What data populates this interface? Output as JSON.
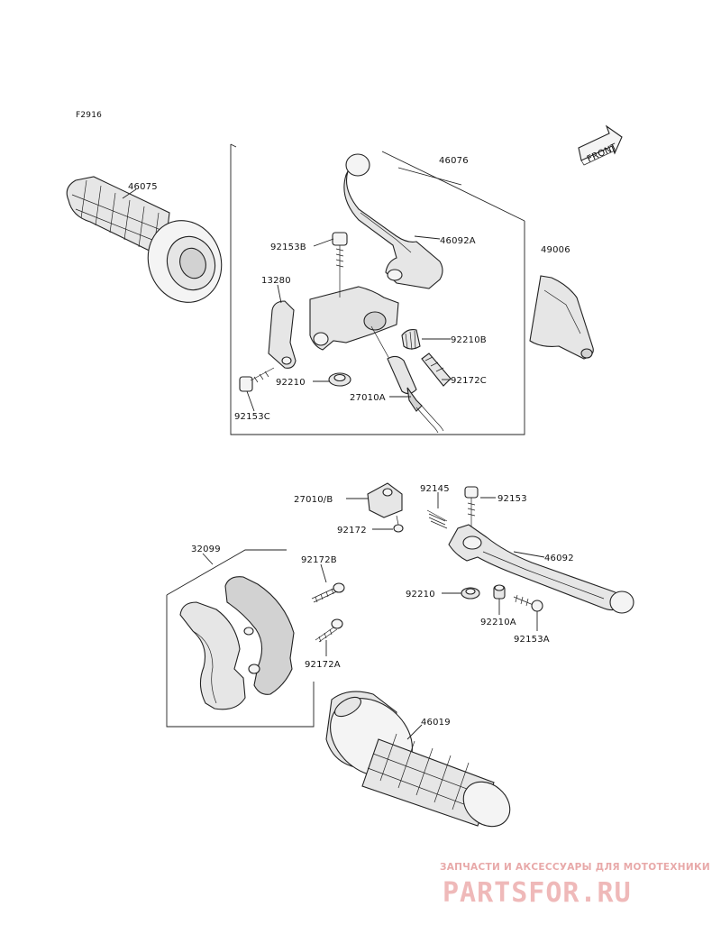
{
  "figure_code": "F2916",
  "front_label": "FRONT",
  "parts": {
    "p46075": "46075",
    "p46076": "46076",
    "p46092A": "46092A",
    "p49006": "49006",
    "p92153B": "92153B",
    "p13280": "13280",
    "p92210B": "92210B",
    "p92172C": "92172C",
    "p92210": "92210",
    "p27010A": "27010A",
    "p92153C": "92153C",
    "p27010B": "27010/B",
    "p92145": "92145",
    "p92153": "92153",
    "p92172": "92172",
    "p32099": "32099",
    "p92172B": "92172B",
    "p46092": "46092",
    "p92210_2": "92210",
    "p92210A": "92210A",
    "p92153A": "92153A",
    "p92172A": "92172A",
    "p46019": "46019"
  },
  "watermark": {
    "tagline": "ЗАПЧАСТИ И АКСЕССУАРЫ ДЛЯ МОТОТЕХНИКИ",
    "brand": "PARTSFOR.RU"
  }
}
